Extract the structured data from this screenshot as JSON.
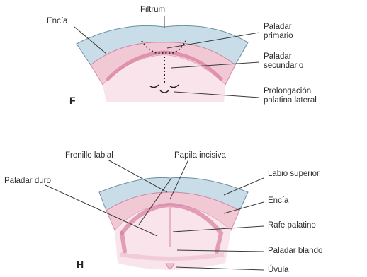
{
  "panel_f": {
    "letter": "F",
    "labels": {
      "filtrum": "Filtrum",
      "encia": "Encía",
      "paladar_primario": [
        "Paladar",
        "primario"
      ],
      "paladar_secundario": [
        "Paladar",
        "secundario"
      ],
      "prolongacion": [
        "Prolongación",
        "palatina lateral"
      ]
    }
  },
  "panel_h": {
    "letter": "H",
    "labels": {
      "frenillo_labial": "Frenillo labial",
      "papila_incisiva": "Papila incisiva",
      "paladar_duro": "Paladar duro",
      "labio_superior": "Labio superior",
      "encia": "Encía",
      "rafe_palatino": "Rafe palatino",
      "paladar_blando": "Paladar blando",
      "uvula": "Úvula"
    }
  },
  "colors": {
    "lip_blue": "#c9dde8",
    "gum_pink": "#f1c9d5",
    "arch_pink": "#d97f9f",
    "palate_pink": "#f8e4ea",
    "line": "#3a3a3a"
  }
}
